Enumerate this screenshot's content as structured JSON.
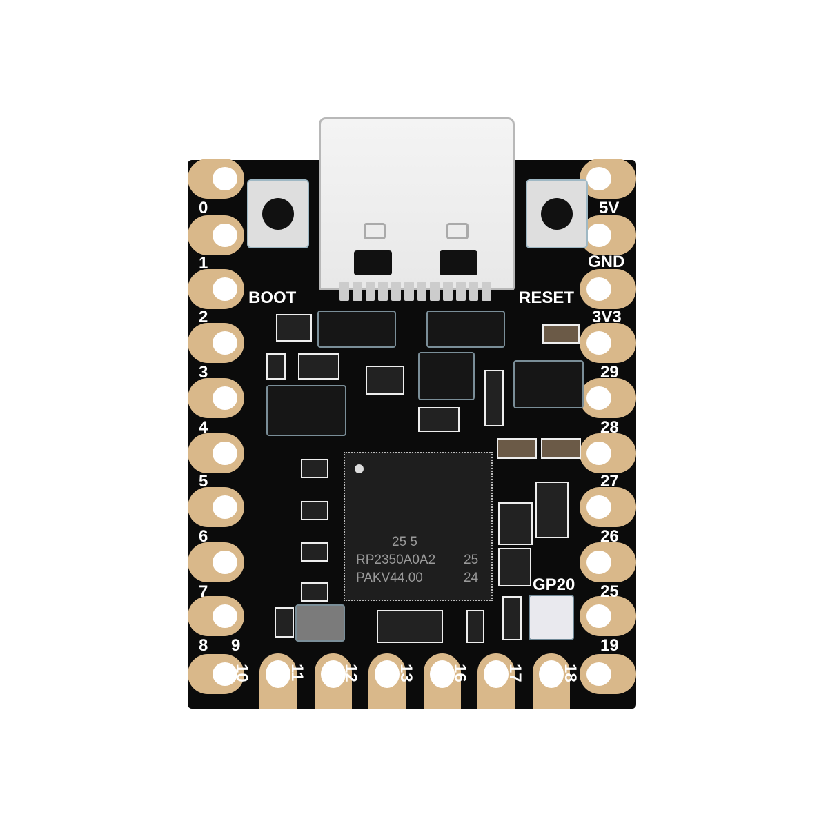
{
  "image": {
    "subject": "RP2350 microcontroller development board (top view)",
    "background": "#ffffff",
    "board_color": "#0b0b0b",
    "pad_color": "#d9b88a"
  },
  "buttons": [
    {
      "label": "BOOT"
    },
    {
      "label": "RESET"
    }
  ],
  "connector": {
    "type": "USB-C"
  },
  "left_pins": [
    "0",
    "1",
    "2",
    "3",
    "4",
    "5",
    "6",
    "7",
    "8"
  ],
  "right_pins": [
    "5V",
    "GND",
    "3V3",
    "29",
    "28",
    "27",
    "26",
    "25",
    "19"
  ],
  "bottom_pins": [
    "9",
    "10",
    "11",
    "12",
    "13",
    "16",
    "17",
    "18"
  ],
  "led_label": "GP20",
  "chip": {
    "line1": "25 5",
    "line2": "RP2350A0A2",
    "line2b": "25",
    "line3": "PAKV44.00",
    "line3b": "24"
  }
}
